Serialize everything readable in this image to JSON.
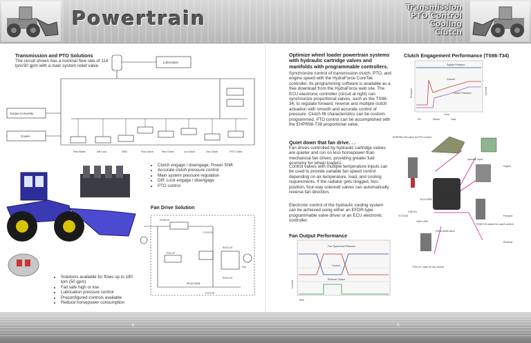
{
  "header": {
    "title": "Powertrain",
    "right_lines": [
      "Transmission",
      "PTO Control",
      "Cooling",
      "Clutch"
    ]
  },
  "left": {
    "trans_title": "Transmission and PTO Solutions",
    "trans_desc": "The circuit shown has a nominal flow rate of 114 lpm/30 gpm with a main system relief valve.",
    "circuit": {
      "lubrication": "Lubrication",
      "torque_converter": "Torque Converter",
      "cooler": "Cooler",
      "bottom_labels": [
        "Park Brake",
        "Diff Lock",
        "2WD",
        "Fwd Clutch",
        "Rev Clutch",
        "1st Clutch",
        "2nd Clutch",
        "PTO Clutch"
      ]
    },
    "bullets": [
      "Clutch engage / disengage, Power Shift",
      "Accurate clutch pressure control",
      "Main system pressure regulation",
      "Diff. Lock engage / disengage",
      "PTO control"
    ],
    "fan_drive_title": "Fan Drive Solution",
    "fan_circuit": {
      "labels": [
        "SV08-30",
        "CV12-20",
        "TS10-27",
        "RV10-20",
        "PD16-S60N",
        "RV10-20",
        "CV12-20",
        "Fan"
      ]
    },
    "solutions": [
      "Solutions available for flows up to 190 lpm (50 gpm)",
      "Fail safe high or low",
      "Lubrication pressure control",
      "Preconfigured controls available",
      "Reduce horsepower consumption"
    ]
  },
  "right": {
    "optimize_title": "Optimize wheel loader powertrain systems with hydraulic cartridge valves and manifolds with programmable controllers.",
    "optimize_body": "Synchronize control of transmission clutch, PTO, and engine speed with the HydraForce CoreTek controller. Its programming software is available as a free download from the HydraForce web site. The ECU electronic controller (circuit at right) can synchronize proportional valves, such as the TS98-34, to regulate forward, reverse and multiple clutch actuation with smooth and accurate control of pressure. Clutch fill characteristics can be custom-programmed. PTO control can be accomplished with the EHPR98-T38 proportional valve.",
    "quiet_title": "Quiet down that fan drive. . .",
    "quiet_p1": "Fan drives controlled by hydraulic cartridge valves are quieter and run on less horsepower than mechanical fan drives, providing greater fuel economy for wheel loaders.",
    "quiet_p2": "Control valves with multiple temperature inputs can be used to provide variable fan speed control depending on air temperature, load, and cooling requirements. If the radiator gets clogged, two-position, four-way solenoid valves can automatically reverse fan direction.",
    "quiet_p3": "Electronic control of the hydraulic cooling system can be achieved using either an EFDR-type programmable valve driver or an ECU electronic controller.",
    "fan_output_title": "Fan Output Performance",
    "fan_chart": {
      "lines": [
        "Fan Speed and Pressure",
        "Current",
        "Reverse Output"
      ],
      "xlabel": "Time",
      "ylabel": "Current"
    },
    "clutch_title": "Clutch Engagement Performance (TS98-T34)",
    "clutch_chart": {
      "lines": [
        "Supply Pressure",
        "Current",
        "Clutch Pressure"
      ],
      "xlabel": "Time",
      "ylabel_left": "Pressure",
      "ylabel_right": "Current",
      "phases": [
        "Fill",
        "Modul.",
        "Hold"
      ]
    },
    "ecu_labels": {
      "valve": "EHPR98-T38 valve for PTO control",
      "operator": "operator input",
      "engine": "engine",
      "ecu": "ECU-0300 electronic controller",
      "can": "CAN H1",
      "can_low": "CAN LOW",
      "to_ecm": "TO ECM",
      "ts98": "TS98-T34 valves for clutch control",
      "forward": "Forward",
      "pulse": "Pulse-width valve",
      "reverse": "Reverse",
      "ts10": "TS10-27 valve for fan control"
    }
  },
  "footer": {
    "left_page": "4",
    "right_page": "5"
  }
}
